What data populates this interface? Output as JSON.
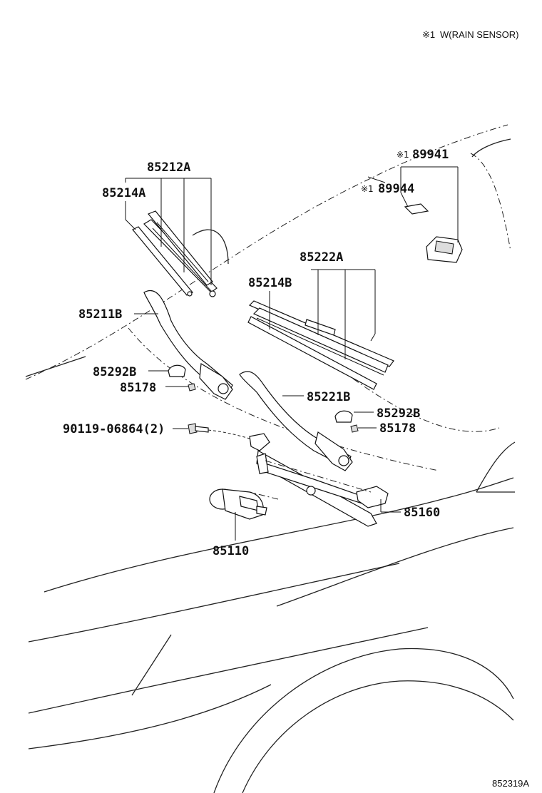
{
  "header": {
    "note_mark": "※1",
    "note_text": "W(RAIN SENSOR)"
  },
  "labels": {
    "p85212A": "85212A",
    "p85214A": "85214A",
    "p85211B": "85211B",
    "p85292B_left": "85292B",
    "p85178_left": "85178",
    "bolt": "90119-06864(2)",
    "p85222A": "85222A",
    "p85214B": "85214B",
    "p85221B": "85221B",
    "p85292B_right": "85292B",
    "p85178_right": "85178",
    "p85160": "85160",
    "p85110": "85110",
    "mark_89941": "※1",
    "p89941": "89941",
    "mark_89944": "※1",
    "p89944": "89944"
  },
  "footer": {
    "diagram_code": "852319A"
  }
}
